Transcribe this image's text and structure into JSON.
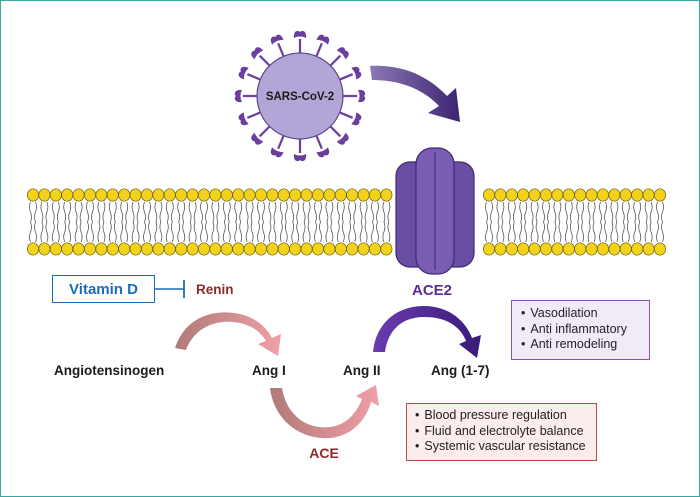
{
  "virus": {
    "label": "SARS-CoV-2"
  },
  "receptor": {
    "label": "ACE2"
  },
  "vitamin_d": {
    "label": "Vitamin D"
  },
  "enzymes": {
    "renin": "Renin",
    "ace": "ACE"
  },
  "molecules": {
    "angiotensinogen": "Angiotensinogen",
    "ang1": "Ang I",
    "ang2": "Ang II",
    "ang17": "Ang (1-7)"
  },
  "ace2_effects": [
    "Vasodilation",
    "Anti inflammatory",
    "Anti remodeling"
  ],
  "ace_effects": [
    "Blood pressure regulation",
    "Fluid and electrolyte balance",
    "Systemic vascular resistance"
  ],
  "colors": {
    "frame": "#3aa6a0",
    "lipid_head": "#f2d21a",
    "virus_body": "#b3a5d6",
    "virus_spike": "#6b3fa0",
    "receptor": "#6a4ea4",
    "vitamin_d": "#1e6bb8",
    "renin_ace": "#8c2a2a",
    "ace2_text": "#5b2d91",
    "ace2_box_border": "#8a55b8",
    "ace_box_border": "#c04848"
  }
}
